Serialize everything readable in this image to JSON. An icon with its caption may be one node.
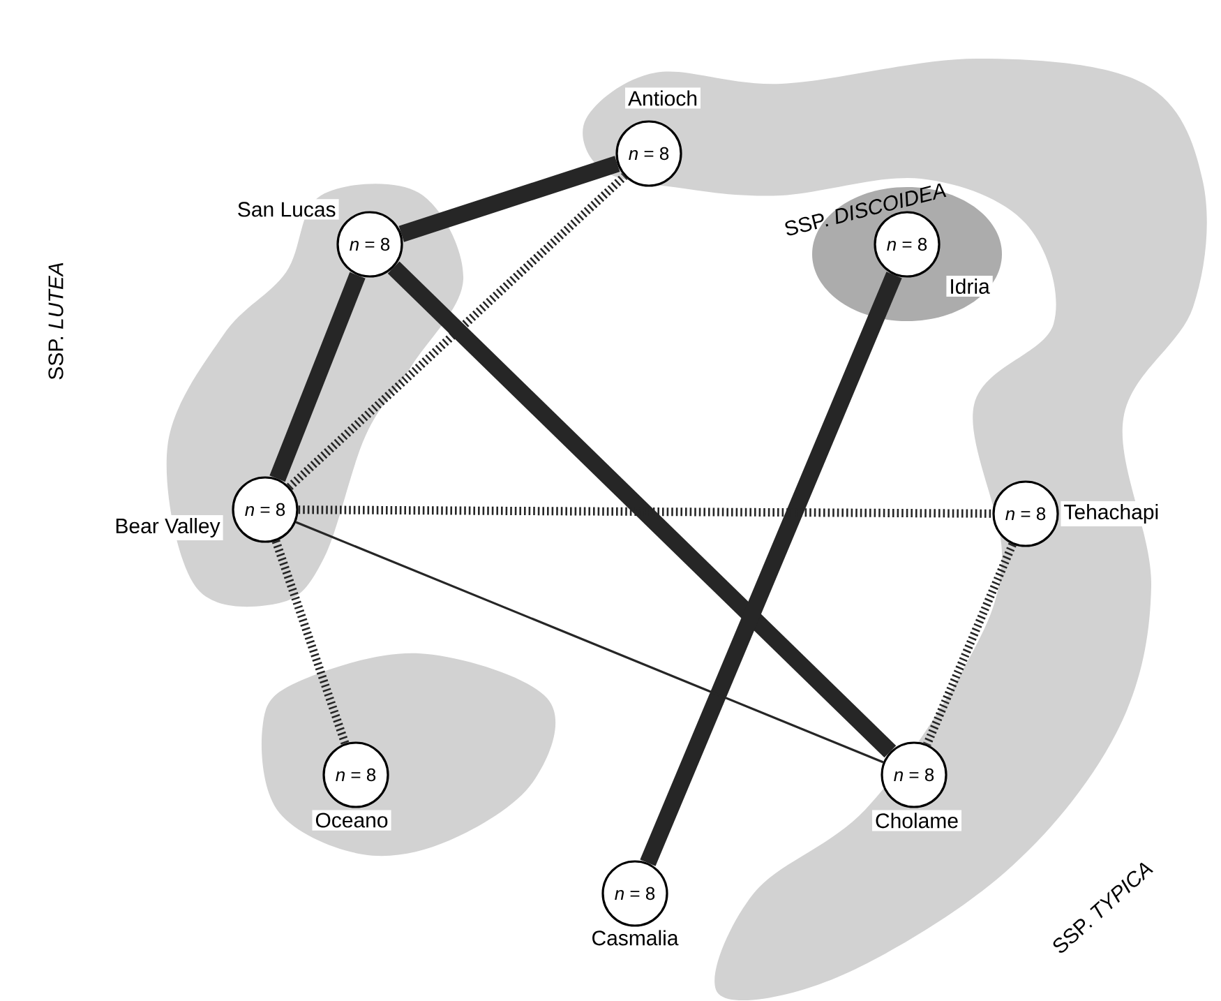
{
  "diagram": {
    "nodes": [
      {
        "text": [
          "*n* = 8"
        ],
        "beside": [
          "Antioch"
        ]
      },
      {
        "text": [
          "*n* = 8"
        ],
        "beside": [
          "San Lucas"
        ]
      },
      {
        "text": [
          "*n* = 8"
        ],
        "beside": [
          "Idria"
        ]
      },
      {
        "text": [
          "*n* = 8"
        ],
        "beside": [
          "Bear Valley"
        ]
      },
      {
        "text": [
          "*n* = 8"
        ],
        "beside": [
          "Tehachapi"
        ]
      },
      {
        "text": [
          "*n* = 8"
        ],
        "beside": [
          "Oceano"
        ]
      },
      {
        "text": [
          "*n* = 8"
        ],
        "beside": [
          "Cholame"
        ]
      },
      {
        "text": [
          "*n* = 8"
        ],
        "beside": [
          "Casmalia"
        ]
      }
    ],
    "edges": [
      {
        "from": 1,
        "to": 0,
        "arrow": "none",
        "style": "thick"
      },
      {
        "from": 3,
        "to": 0,
        "arrow": "none",
        "style": "dashed"
      },
      {
        "from": 1,
        "to": 3,
        "arrow": "none",
        "style": "thick"
      },
      {
        "from": 1,
        "to": 6,
        "arrow": "none",
        "style": "thick"
      },
      {
        "from": 2,
        "to": 7,
        "arrow": "none",
        "style": "thick"
      },
      {
        "from": 3,
        "to": 4,
        "arrow": "none",
        "style": "dashed"
      },
      {
        "from": 3,
        "to": 5,
        "arrow": "none",
        "style": "dashed"
      },
      {
        "from": 3,
        "to": 6,
        "arrow": "none"
      },
      {
        "from": 4,
        "to": 6,
        "arrow": "none",
        "style": "dashed"
      }
    ],
    "labels": [
      "SSP. *LUTEA*",
      "SSP. *DISCOIDEA*",
      "SSP. *TYPICA*"
    ]
  }
}
